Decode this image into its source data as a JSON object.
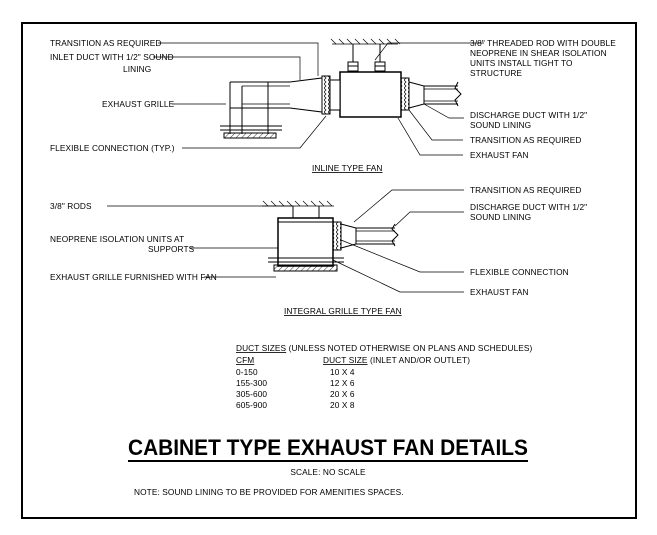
{
  "inline_fan": {
    "labels": {
      "transition_left": "TRANSITION AS REQUIRED",
      "inlet_duct_1": "INLET DUCT WITH 1/2\" SOUND",
      "inlet_duct_2": "LINING",
      "exhaust_grille": "EXHAUST GRILLE",
      "flex_connection": "FLEXIBLE CONNECTION (TYP.)",
      "rod_1": "3/8\" THREADED ROD WITH DOUBLE",
      "rod_2": "NEOPRENE IN SHEAR ISOLATION",
      "rod_3": "UNITS INSTALL TIGHT TO",
      "rod_4": "STRUCTURE",
      "discharge_1": "DISCHARGE DUCT WITH 1/2\"",
      "discharge_2": "SOUND LINING",
      "transition_right": "TRANSITION AS REQUIRED",
      "exhaust_fan": "EXHAUST FAN"
    },
    "caption": "INLINE TYPE FAN"
  },
  "integral_fan": {
    "labels": {
      "rods": "3/8\" RODS",
      "neoprene_1": "NEOPRENE ISOLATION UNITS AT",
      "neoprene_2": "SUPPORTS",
      "grille": "EXHAUST GRILLE FURNISHED WITH FAN",
      "transition": "TRANSITION AS REQUIRED",
      "discharge_1": "DISCHARGE DUCT WITH 1/2\"",
      "discharge_2": "SOUND LINING",
      "flex_connection": "FLEXIBLE CONNECTION",
      "exhaust_fan": "EXHAUST FAN"
    },
    "caption": "INTEGRAL GRILLE TYPE FAN"
  },
  "duct_table": {
    "heading_underlined": "DUCT SIZES",
    "heading_rest": " (UNLESS NOTED OTHERWISE ON PLANS AND SCHEDULES)",
    "col_cfm": "CFM",
    "col_duct_underlined": "DUCT SIZE",
    "col_duct_rest": " (INLET AND/OR OUTLET)",
    "rows": [
      {
        "cfm": "0-150",
        "size": "10 X 4"
      },
      {
        "cfm": "155-300",
        "size": "12 X 6"
      },
      {
        "cfm": "305-600",
        "size": "20 X 6"
      },
      {
        "cfm": "605-900",
        "size": "20 X 8"
      }
    ]
  },
  "title": "CABINET TYPE EXHAUST FAN DETAILS",
  "scale": "SCALE: NO SCALE",
  "note": "NOTE:  SOUND LINING TO BE PROVIDED FOR AMENITIES SPACES."
}
